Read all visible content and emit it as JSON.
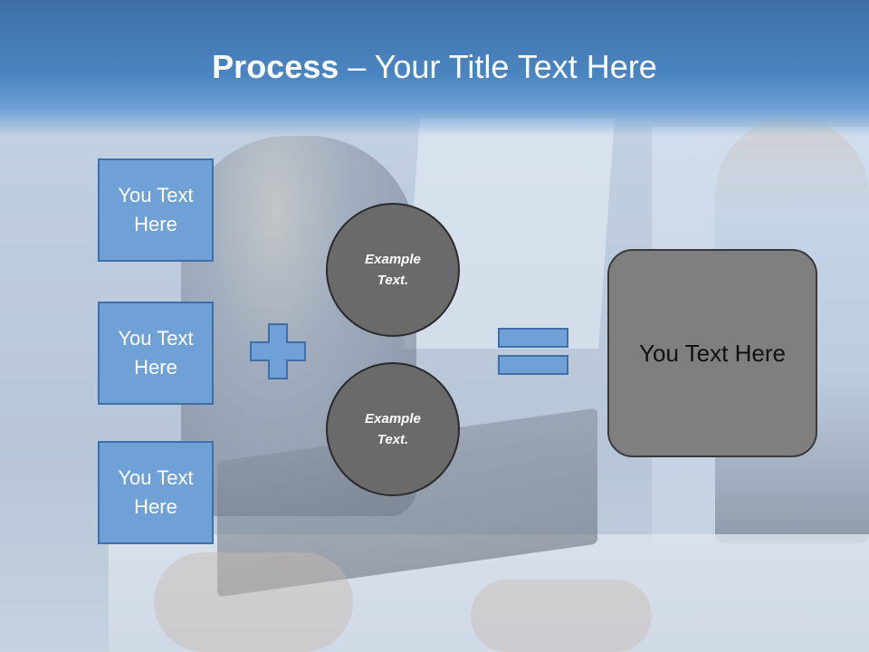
{
  "slide": {
    "title_bold": "Process",
    "title_separator": " – ",
    "title_rest": "Your Title Text Here"
  },
  "inputs": [
    {
      "label": "You Text Here"
    },
    {
      "label": "You Text Here"
    },
    {
      "label": "You Text Here"
    }
  ],
  "circles": [
    {
      "label": "Example Text."
    },
    {
      "label": "Example Text."
    }
  ],
  "result": {
    "label": "You Text Here"
  },
  "colors": {
    "title_bar": "#4a85c1",
    "box_fill": "#6fa1d6",
    "box_border": "#3f6fa8",
    "circle_fill": "#6a6a6a",
    "result_fill": "#7f7f7f"
  },
  "icons": {
    "operator_1": "plus-icon",
    "operator_2": "equals-icon"
  }
}
